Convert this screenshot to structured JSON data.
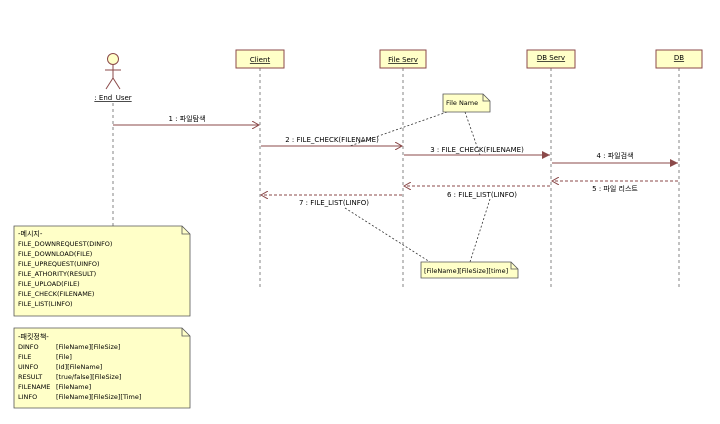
{
  "colors": {
    "box_fill": "#ffffc8",
    "box_stroke": "#8b4a4a",
    "message": "#8b4a4a",
    "lifeline": "#666666",
    "note_fill": "#ffffc8",
    "note_stroke": "#555555"
  },
  "actor": {
    "label": ": End_User"
  },
  "participants": [
    {
      "id": "client",
      "label": "Client"
    },
    {
      "id": "fileserv",
      "label": "File Serv"
    },
    {
      "id": "dbserv",
      "label": "DB Serv"
    },
    {
      "id": "db",
      "label": "DB"
    }
  ],
  "messages": [
    {
      "label": "1 : 파일탐색",
      "from": "user",
      "to": "client",
      "kind": "call"
    },
    {
      "label": "2 : FILE_CHECK(FILENAME)",
      "from": "client",
      "to": "fileserv",
      "kind": "call"
    },
    {
      "label": "3 : FILE_CHECK(FILENAME)",
      "from": "fileserv",
      "to": "dbserv",
      "kind": "call"
    },
    {
      "label": "4 : 파일검색",
      "from": "dbserv",
      "to": "db",
      "kind": "call"
    },
    {
      "label": "5 : 파일 리스트",
      "from": "db",
      "to": "dbserv",
      "kind": "return"
    },
    {
      "label": "6 : FILE_LIST(LINFO)",
      "from": "dbserv",
      "to": "fileserv",
      "kind": "return"
    },
    {
      "label": "7 : FILE_LIST(LINFO)",
      "from": "fileserv",
      "to": "client",
      "kind": "return"
    }
  ],
  "note_filename": {
    "text": "File Name"
  },
  "note_filelist": {
    "text": "[FileName][FileSize][time]"
  },
  "note_messages": {
    "title": "-메시지-",
    "lines": [
      "FILE_DOWNREQUEST(DINFO)",
      "FILE_DOWNLOAD(FILE)",
      "FILE_UPREQUEST(UINFO)",
      "FILE_ATHORITY(RESULT)",
      "FILE_UPLOAD(FILE)",
      "FILE_CHECK(FILENAME)",
      "FILE_LIST(LINFO)"
    ]
  },
  "note_packets": {
    "title": "-패킷정책-",
    "rows": [
      {
        "name": "DINFO",
        "value": "[FileName][FileSize]"
      },
      {
        "name": "FILE",
        "value": "[File]"
      },
      {
        "name": "UINFO",
        "value": "[Id][FileName]"
      },
      {
        "name": "RESULT",
        "value": "[true/false][FileSize]"
      },
      {
        "name": "FILENAME",
        "value": "[FileName]"
      },
      {
        "name": "LINFO",
        "value": "[FileName][FileSize][Time]"
      }
    ]
  }
}
